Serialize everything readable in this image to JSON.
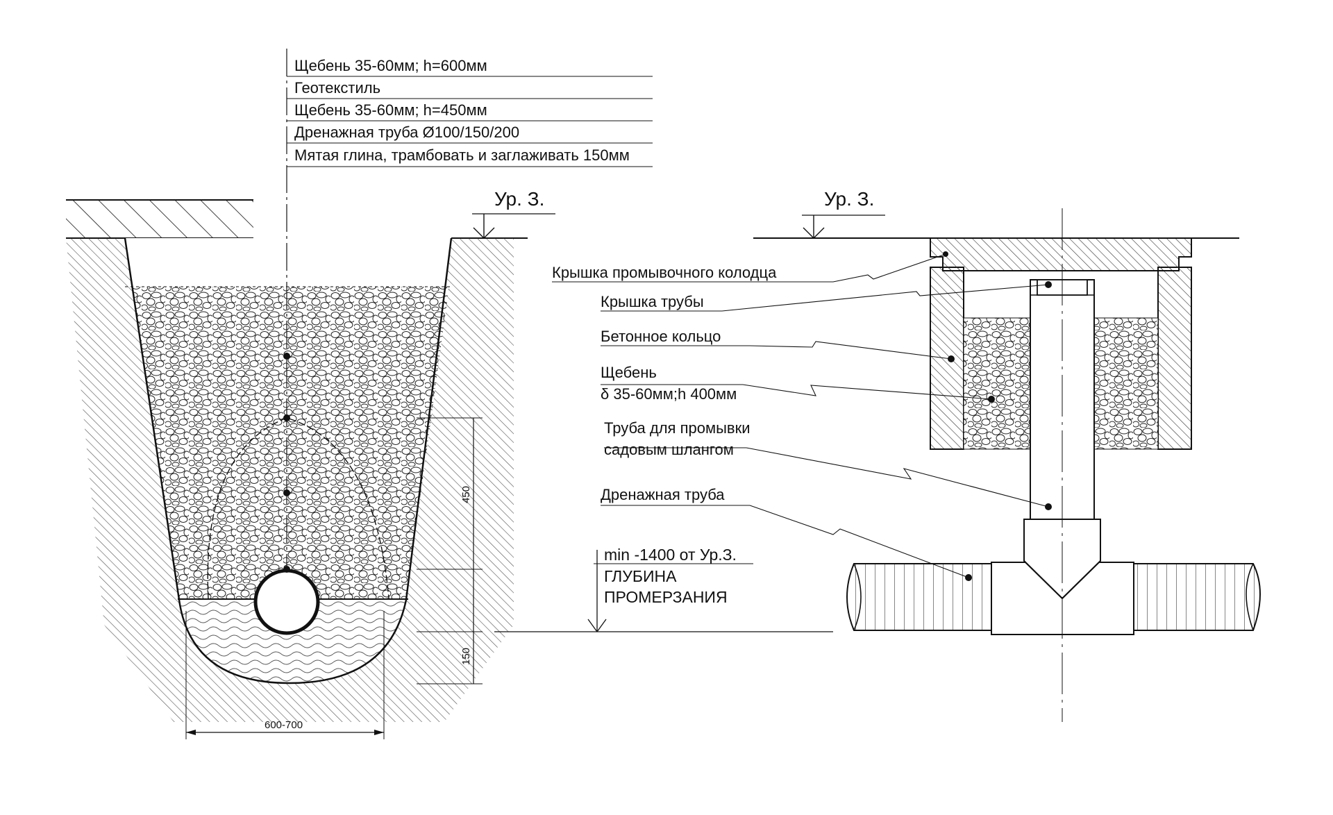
{
  "layer_labels": [
    "Щебень 35-60мм; h=600мм",
    "Геотекстиль",
    "Щебень 35-60мм; h=450мм",
    "Дренажная труба Ø100/150/200",
    "Мятая глина, трамбовать и заглаживать 150мм"
  ],
  "level_mark": "Ур. З.",
  "dimensions": {
    "height_upper": "450",
    "height_lower": "150",
    "width": "600-700"
  },
  "freeze": {
    "line1": "min -1400 от Ур.З.",
    "line2": "ГЛУБИНА",
    "line3": "ПРОМЕРЗАНИЯ"
  },
  "well_labels": {
    "well_cover": "Крышка промывочного колодца",
    "pipe_cap": "Крышка трубы",
    "concrete_ring": "Бетонное кольцо",
    "gravel_1": "Щебень",
    "gravel_2": "δ 35-60мм;h 400мм",
    "flush_pipe_1": "Труба для промывки",
    "flush_pipe_2": "садовым шлангом",
    "drain_pipe": "Дренажная труба"
  }
}
